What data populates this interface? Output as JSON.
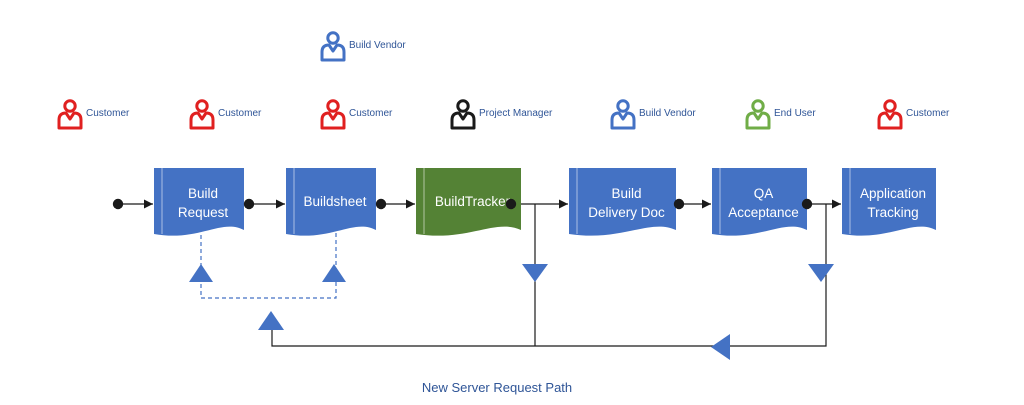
{
  "diagram": {
    "caption": "New Server Request Path",
    "colors": {
      "doc_blue": "#4472c4",
      "doc_green": "#548235",
      "customer_red": "#e02020",
      "vendor_blue": "#4472c4",
      "manager_black": "#1a1a1a",
      "enduser_green": "#70ad47",
      "label_blue": "#2f5597",
      "connector": "#1a1a1a",
      "triangle": "#4472c4"
    },
    "roles": [
      {
        "id": "customer-1",
        "label": "Customer",
        "color": "customer_red",
        "icon": "person-icon"
      },
      {
        "id": "customer-2",
        "label": "Customer",
        "color": "customer_red",
        "icon": "person-icon"
      },
      {
        "id": "build-vendor-top",
        "label": "Build Vendor",
        "color": "vendor_blue",
        "icon": "person-icon"
      },
      {
        "id": "customer-3",
        "label": "Customer",
        "color": "customer_red",
        "icon": "person-icon"
      },
      {
        "id": "project-manager",
        "label": "Project Manager",
        "color": "manager_black",
        "icon": "person-icon"
      },
      {
        "id": "build-vendor",
        "label": "Build Vendor",
        "color": "vendor_blue",
        "icon": "person-icon"
      },
      {
        "id": "end-user",
        "label": "End User",
        "color": "enduser_green",
        "icon": "person-icon"
      },
      {
        "id": "customer-4",
        "label": "Customer",
        "color": "customer_red",
        "icon": "person-icon"
      }
    ],
    "documents": [
      {
        "id": "build-request",
        "lines": [
          "Build",
          "Request"
        ],
        "color": "doc_blue"
      },
      {
        "id": "buildsheet",
        "lines": [
          "Buildsheet"
        ],
        "color": "doc_blue"
      },
      {
        "id": "buildtracker",
        "lines": [
          "BuildTracker"
        ],
        "color": "doc_green"
      },
      {
        "id": "build-delivery-doc",
        "lines": [
          "Build",
          "Delivery Doc"
        ],
        "color": "doc_blue"
      },
      {
        "id": "qa-acceptance",
        "lines": [
          "QA",
          "Acceptance"
        ],
        "color": "doc_blue"
      },
      {
        "id": "application-tracking",
        "lines": [
          "Application",
          "Tracking"
        ],
        "color": "doc_blue"
      }
    ]
  }
}
